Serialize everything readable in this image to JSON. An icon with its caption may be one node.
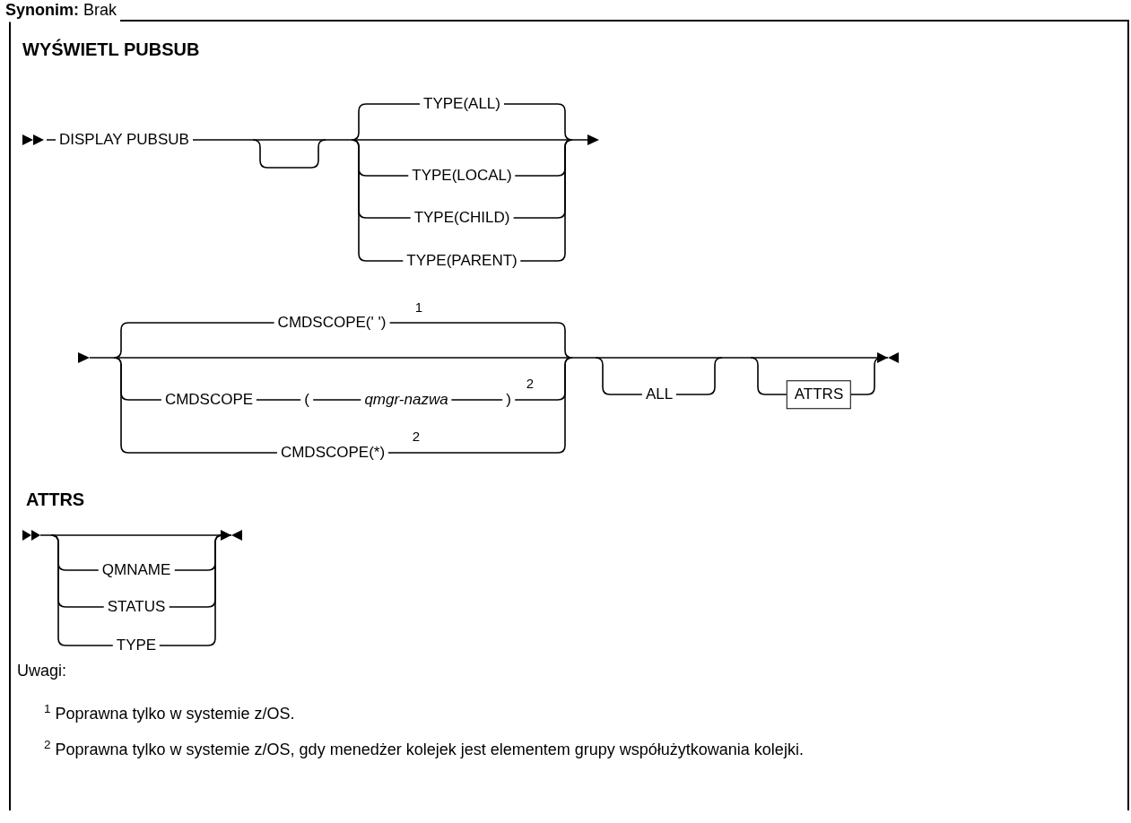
{
  "diagram": {
    "title": "WYŚWIETL PUBSUB",
    "nodes": [
      {
        "text": [
          "ATTRS"
        ]
      }
    ],
    "labels": [
      "**Synonim:** Brak",
      "DISPLAY PUBSUB",
      "TYPE(ALL)",
      "TYPE(LOCAL)",
      "TYPE(CHILD)",
      "TYPE(PARENT)",
      "CMDSCOPE(' ')",
      "1",
      "CMDSCOPE",
      "(",
      "qmgr-nazwa",
      ")",
      "2",
      "CMDSCOPE(*)",
      "2",
      "ALL",
      "ATTRS",
      "QMNAME",
      "STATUS",
      "TYPE",
      "Uwagi:",
      "$^{1}$ Poprawna tylko w systemie z/OS.",
      "$^{2}$ Poprawna tylko w systemie z/OS, gdy menedżer kolejek jest elementem grupy współużytkowania kolejki."
    ]
  }
}
